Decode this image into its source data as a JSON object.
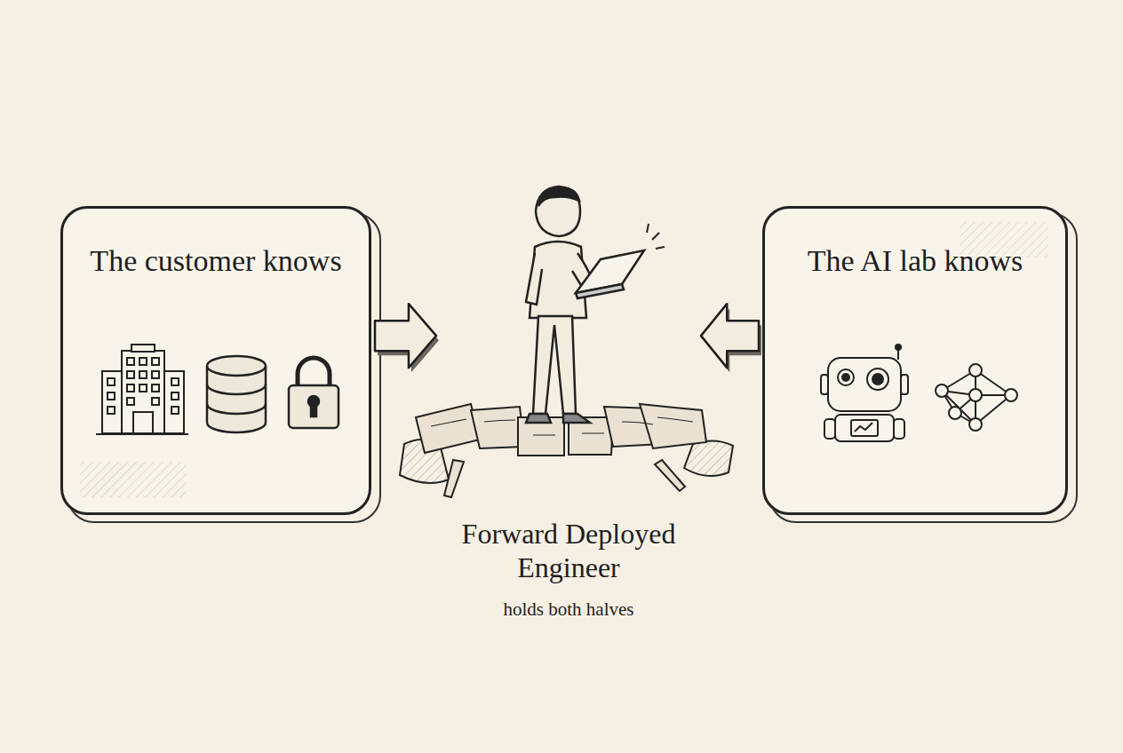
{
  "diagram": {
    "nodes": [
      {
        "text": [
          "The customer knows"
        ]
      },
      {
        "text": [
          "Forward Deployed Engineer",
          "holds both halves"
        ]
      },
      {
        "text": [
          "The AI lab knows"
        ]
      }
    ],
    "edges": [
      {
        "from": 0,
        "to": 1,
        "arrow": "to"
      },
      {
        "from": 2,
        "to": 1,
        "arrow": "to"
      }
    ]
  }
}
